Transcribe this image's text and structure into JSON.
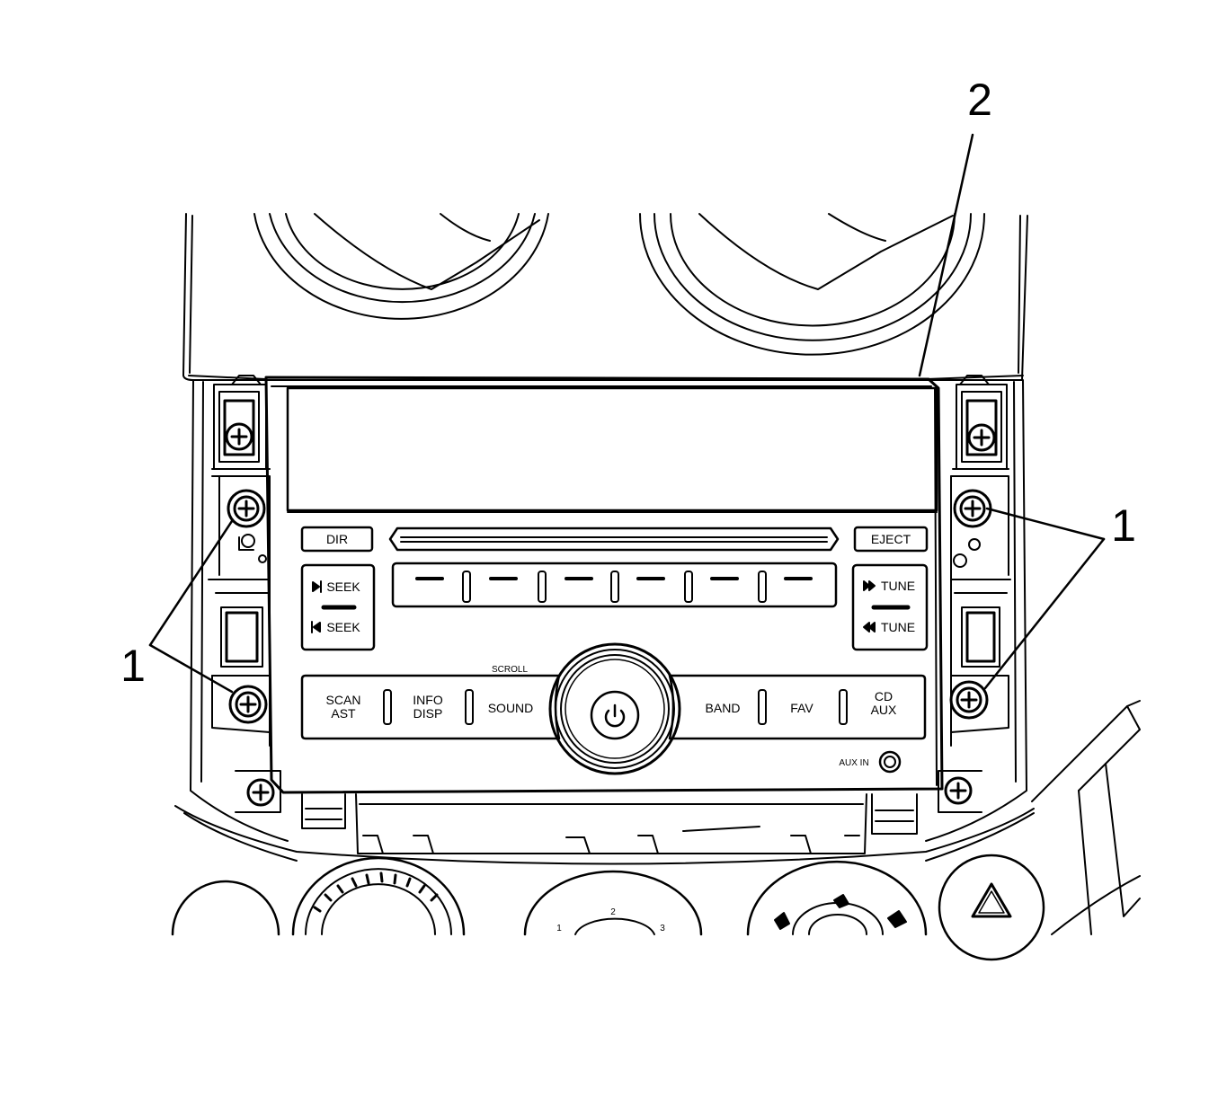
{
  "callouts": {
    "fasteners": "1",
    "radio": "2"
  },
  "radio": {
    "buttons": {
      "dir": "DIR",
      "eject": "EJECT",
      "seek_up": "SEEK",
      "seek_down": "SEEK",
      "tune_up": "TUNE",
      "tune_down": "TUNE",
      "scan_line1": "SCAN",
      "scan_line2": "AST",
      "info_line1": "INFO",
      "info_line2": "DISP",
      "sound": "SOUND",
      "band": "BAND",
      "fav": "FAV",
      "cd_line1": "CD",
      "cd_line2": "AUX"
    },
    "scroll_label": "SCROLL",
    "aux_in_label": "AUX IN"
  },
  "fan_dial": {
    "marks": [
      "1",
      "2",
      "3"
    ]
  },
  "colors": {
    "line": "#000000",
    "background": "#ffffff"
  }
}
